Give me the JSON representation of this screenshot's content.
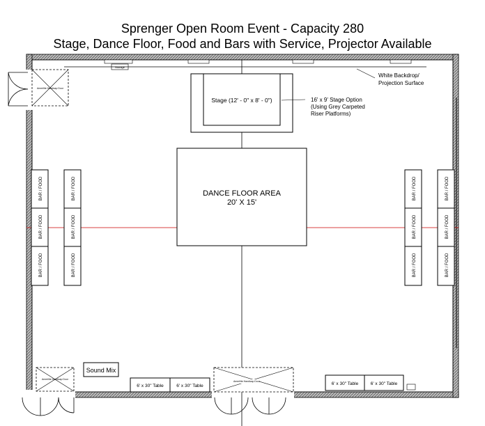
{
  "header": {
    "title": "Sprenger Open Room Event - Capacity 280",
    "subtitle": "Stage, Dance Floor, Food and Bars with Service, Projector Available"
  },
  "plan": {
    "backdrop_label_1": "White Backdrop/",
    "backdrop_label_2": "Projection Surface",
    "stage_label": "Stage (12' - 0\" x 8' - 0\")",
    "stage_option_1": "16' x 9' Stage Option",
    "stage_option_2": "(Using Grey Carpeted",
    "stage_option_3": "Riser Platforms)",
    "dance_floor_1": "DANCE FLOOR AREA",
    "dance_floor_2": "20' X 15'",
    "bar_label": "BAR / FOOD",
    "sound_mix": "Sound Mix",
    "table_label": "6' x 30\" Table",
    "door_label": "Amerilite Handicap Door",
    "small_tag": "Storage"
  },
  "colors": {
    "wall": "#7a7a7a",
    "line": "#000000",
    "centerline": "#cc0000"
  }
}
